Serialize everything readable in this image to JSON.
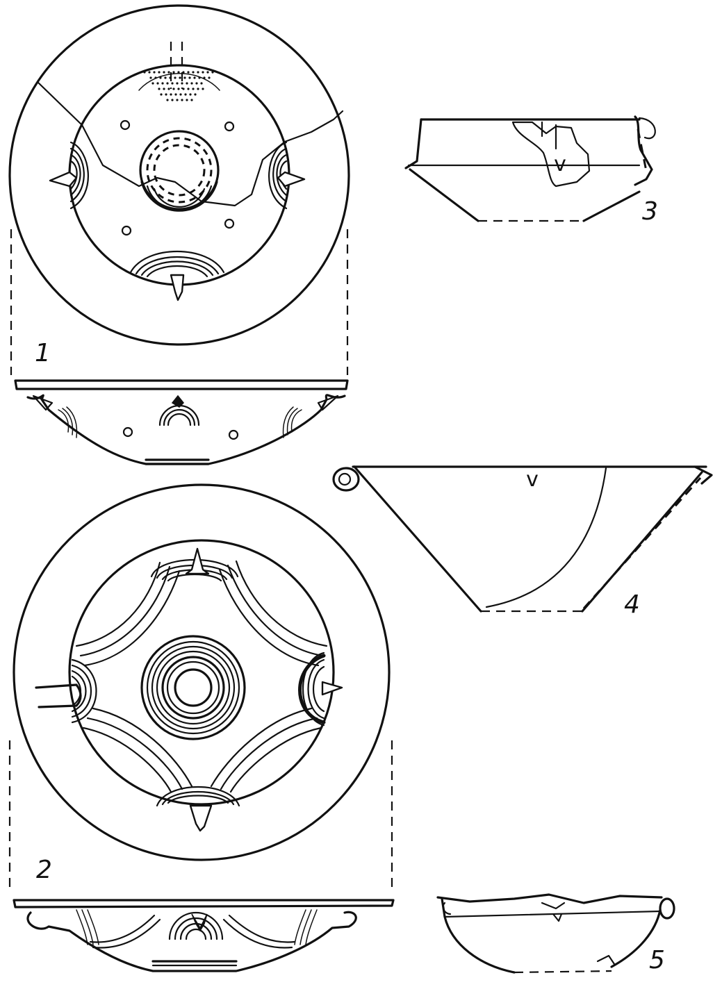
{
  "figure_labels": {
    "fig1": "1",
    "fig2": "2",
    "fig3": "3",
    "fig4": "4",
    "fig5": "5"
  },
  "vessel_marks": {
    "fig4_mark": "v",
    "fig3_mark": "v"
  },
  "colors": {
    "ink": "#111111",
    "paper": "#ffffff"
  }
}
